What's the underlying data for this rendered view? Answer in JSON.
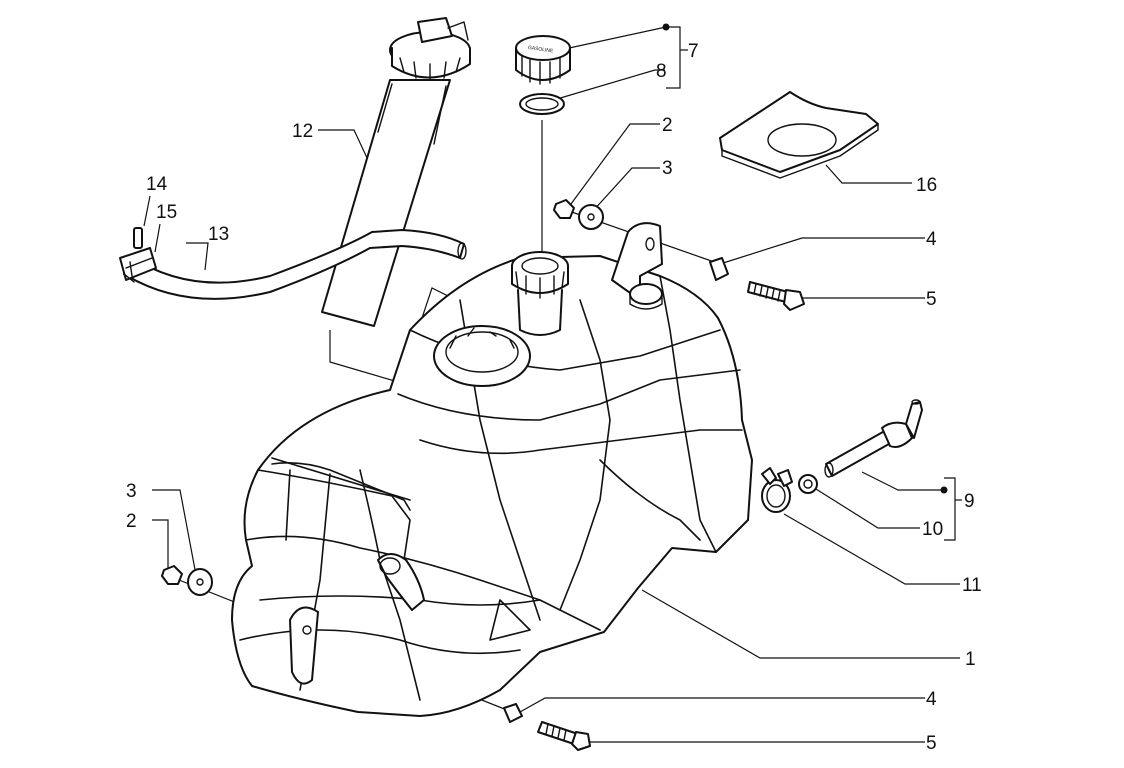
{
  "diagram": {
    "cap_marking": "GASOLINE",
    "callouts": [
      {
        "id": "c1",
        "label": "1"
      },
      {
        "id": "c2a",
        "label": "2"
      },
      {
        "id": "c2b",
        "label": "2"
      },
      {
        "id": "c3a",
        "label": "3"
      },
      {
        "id": "c3b",
        "label": "3"
      },
      {
        "id": "c4a",
        "label": "4"
      },
      {
        "id": "c4b",
        "label": "4"
      },
      {
        "id": "c5a",
        "label": "5"
      },
      {
        "id": "c5b",
        "label": "5"
      },
      {
        "id": "c7",
        "label": "7"
      },
      {
        "id": "c8",
        "label": "8"
      },
      {
        "id": "c9",
        "label": "9"
      },
      {
        "id": "c10",
        "label": "10"
      },
      {
        "id": "c11",
        "label": "11"
      },
      {
        "id": "c12",
        "label": "12"
      },
      {
        "id": "c13",
        "label": "13"
      },
      {
        "id": "c14",
        "label": "14"
      },
      {
        "id": "c15",
        "label": "15"
      },
      {
        "id": "c16",
        "label": "16"
      }
    ]
  }
}
